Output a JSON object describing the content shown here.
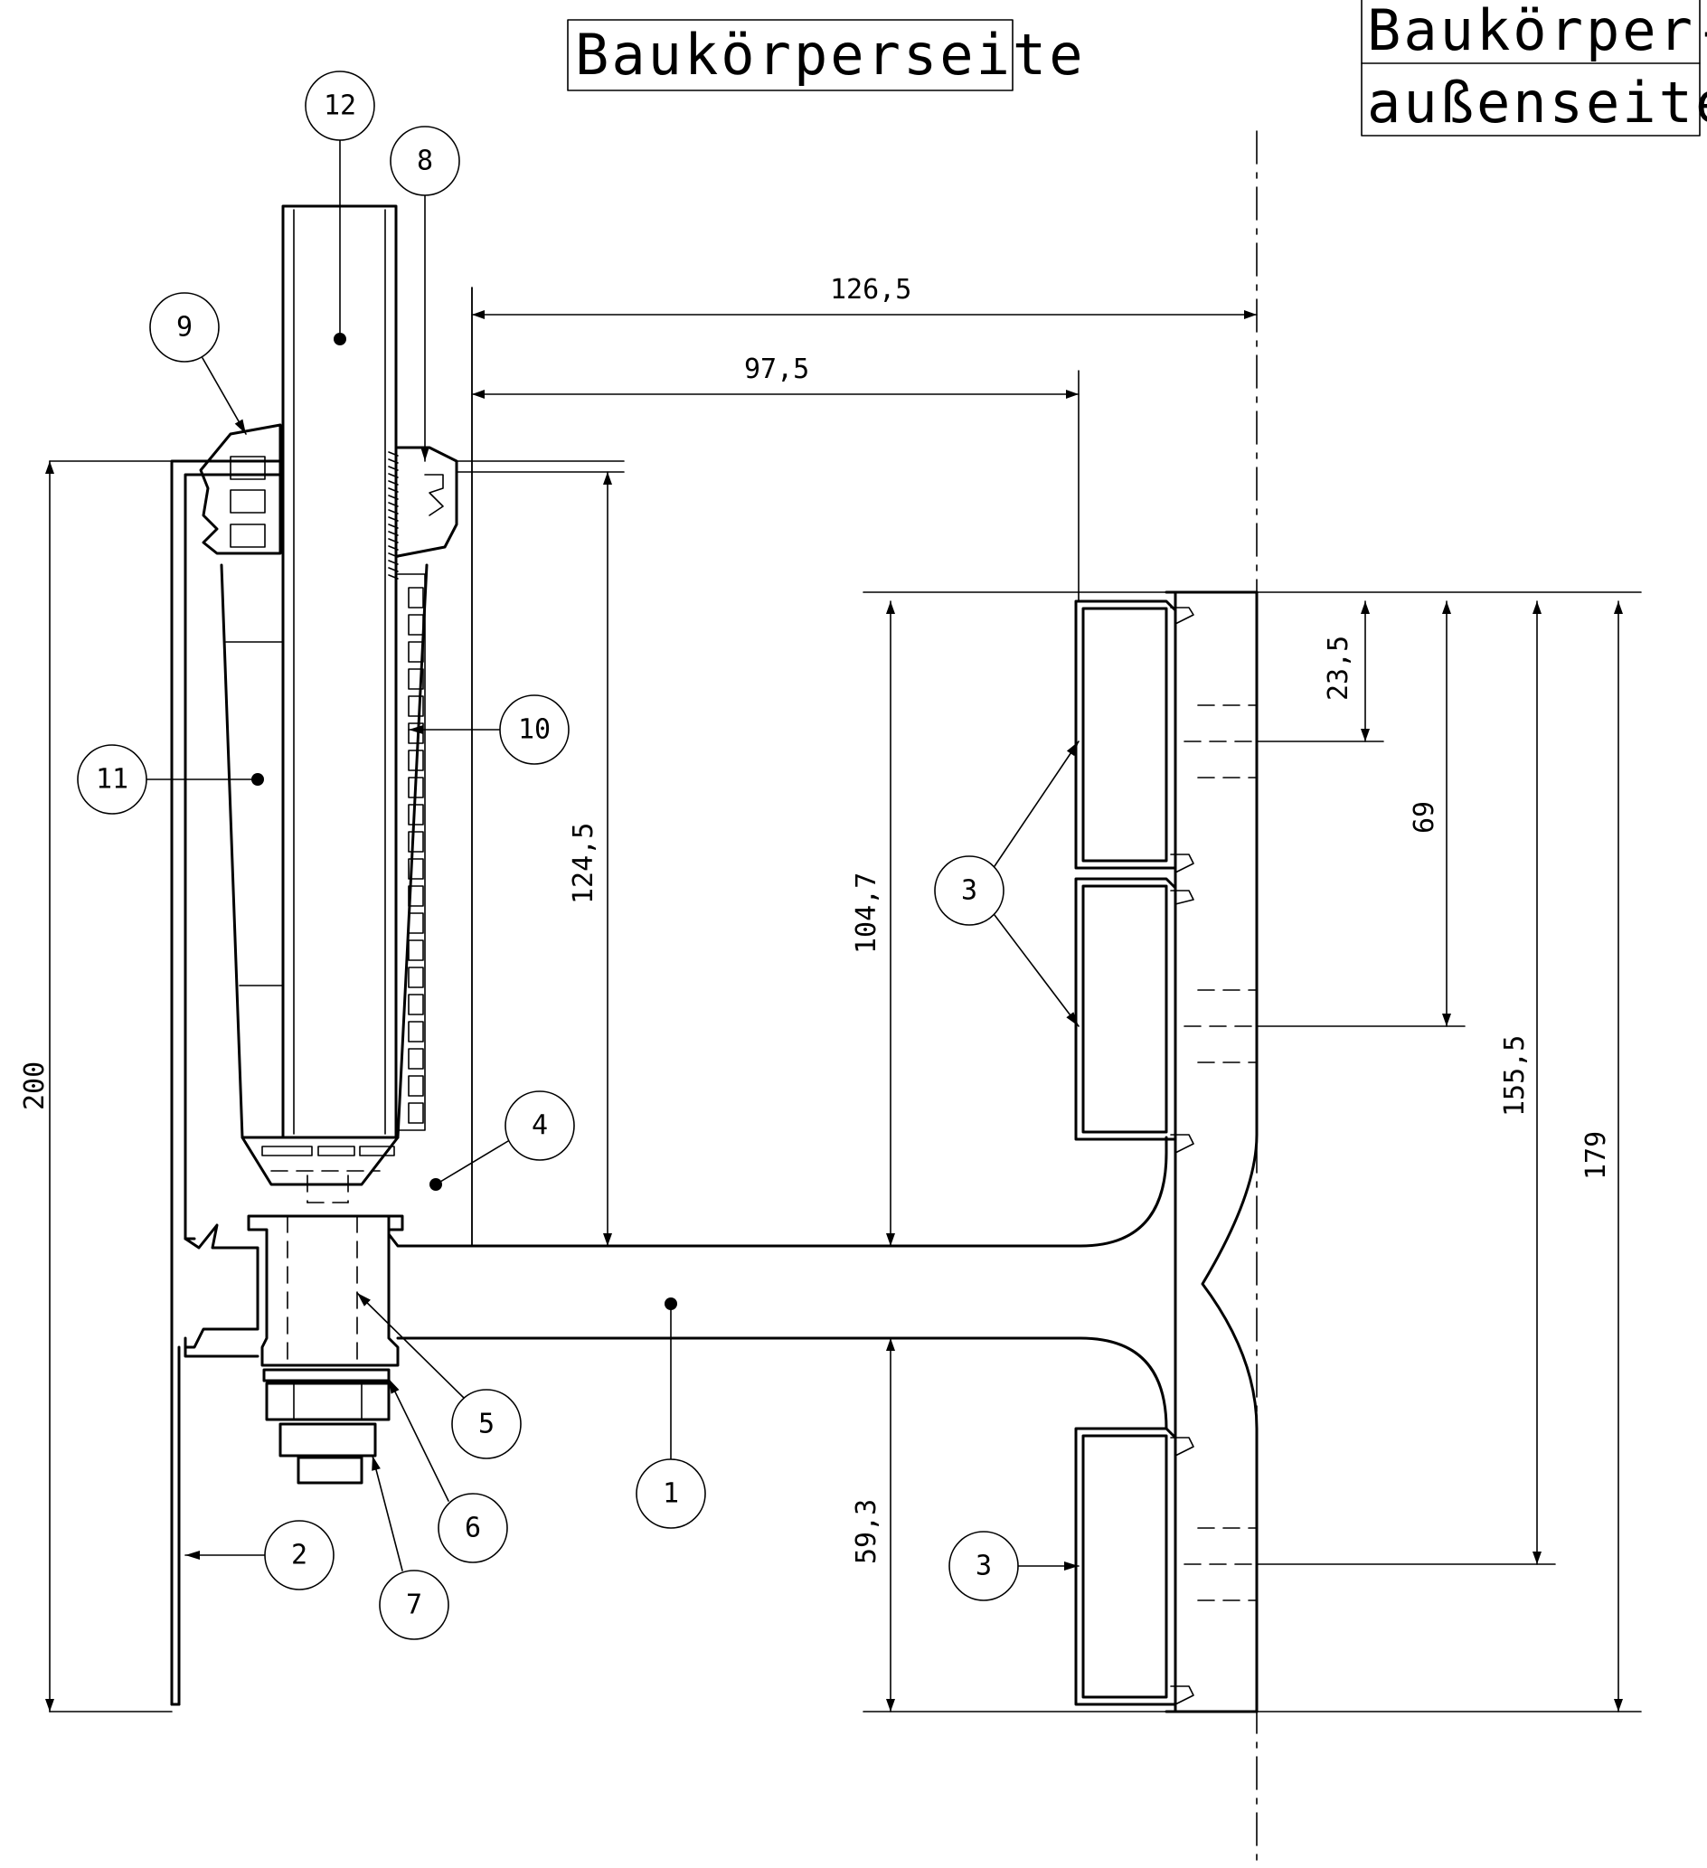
{
  "titles": {
    "left": "Baukörperseite",
    "right_line1": "Baukörper-",
    "right_line2": "außenseite"
  },
  "dimensions": {
    "d126_5": "126,5",
    "d97_5": "97,5",
    "d124_5": "124,5",
    "d104_7": "104,7",
    "d23_5": "23,5",
    "d69": "69",
    "d155_5": "155,5",
    "d179": "179",
    "d200": "200",
    "d59_3": "59,3"
  },
  "balloons": {
    "b1": "1",
    "b2": "2",
    "b3a": "3",
    "b3b": "3",
    "b4": "4",
    "b5": "5",
    "b6": "6",
    "b7": "7",
    "b8": "8",
    "b9": "9",
    "b10": "10",
    "b11": "11",
    "b12": "12"
  }
}
